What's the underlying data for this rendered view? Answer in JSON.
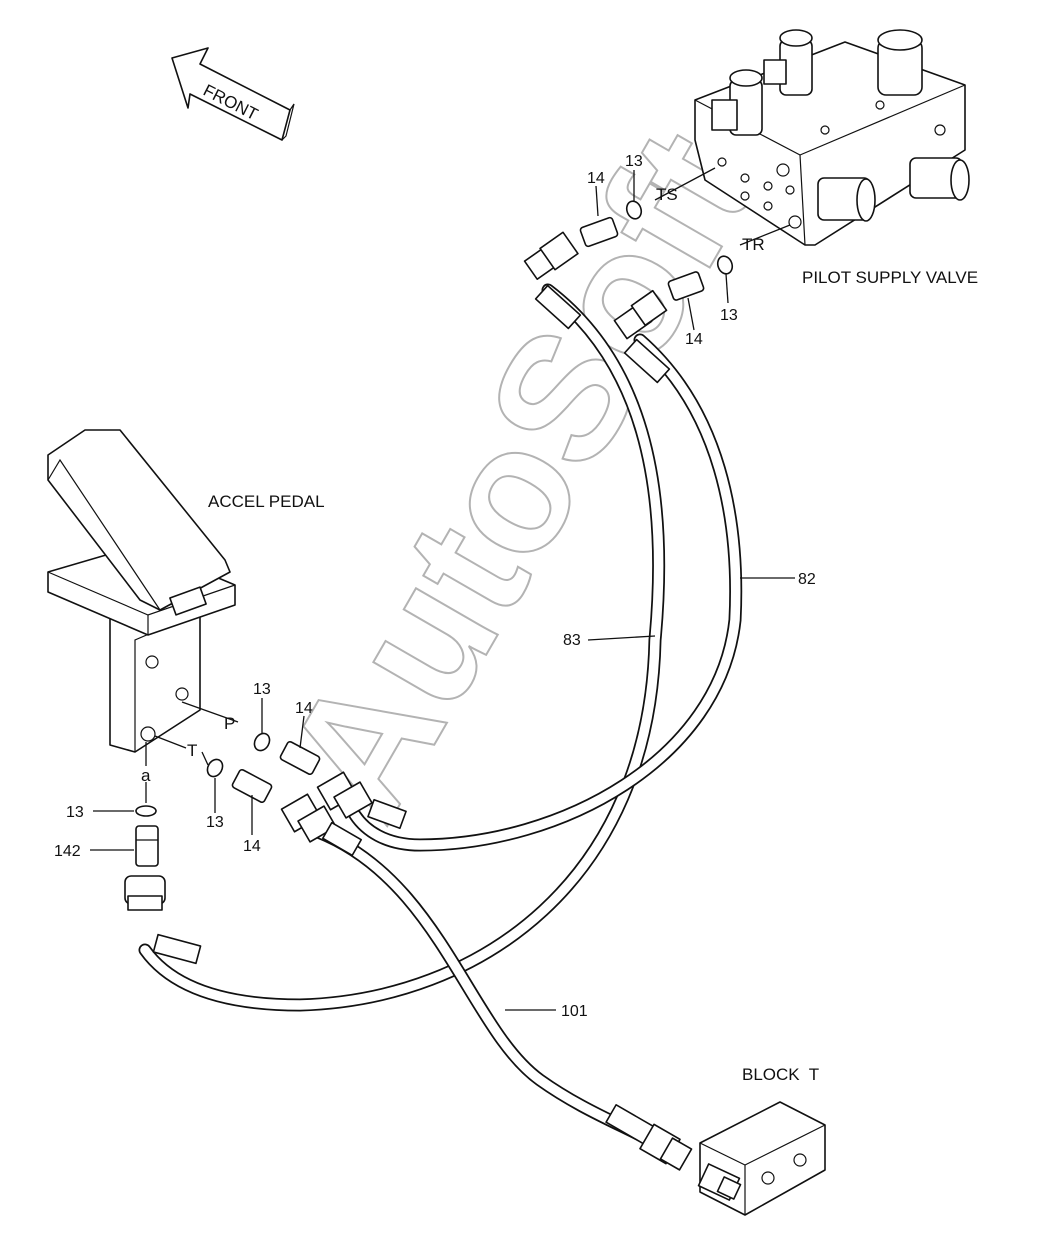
{
  "watermark": "AutoSoft",
  "direction_arrow": {
    "label": "FRONT"
  },
  "components": {
    "pilot_supply_valve": "PILOT SUPPLY VALVE",
    "accel_pedal": "ACCEL PEDAL",
    "block_t": "BLOCK  T"
  },
  "ports": {
    "ts": "TS",
    "tr": "TR",
    "p": "P",
    "t": "T",
    "a": "a"
  },
  "callouts": {
    "c13_ts": "13",
    "c14_ts": "14",
    "c13_tr": "13",
    "c14_tr": "14",
    "c82": "82",
    "c83": "83",
    "c101": "101",
    "c13_p": "13",
    "c14_p": "14",
    "c13_t": "13",
    "c14_t": "14",
    "c13_a": "13",
    "c142": "142"
  },
  "colors": {
    "line": "#111111",
    "background": "#ffffff",
    "watermark_stroke": "#9a9a9a"
  }
}
